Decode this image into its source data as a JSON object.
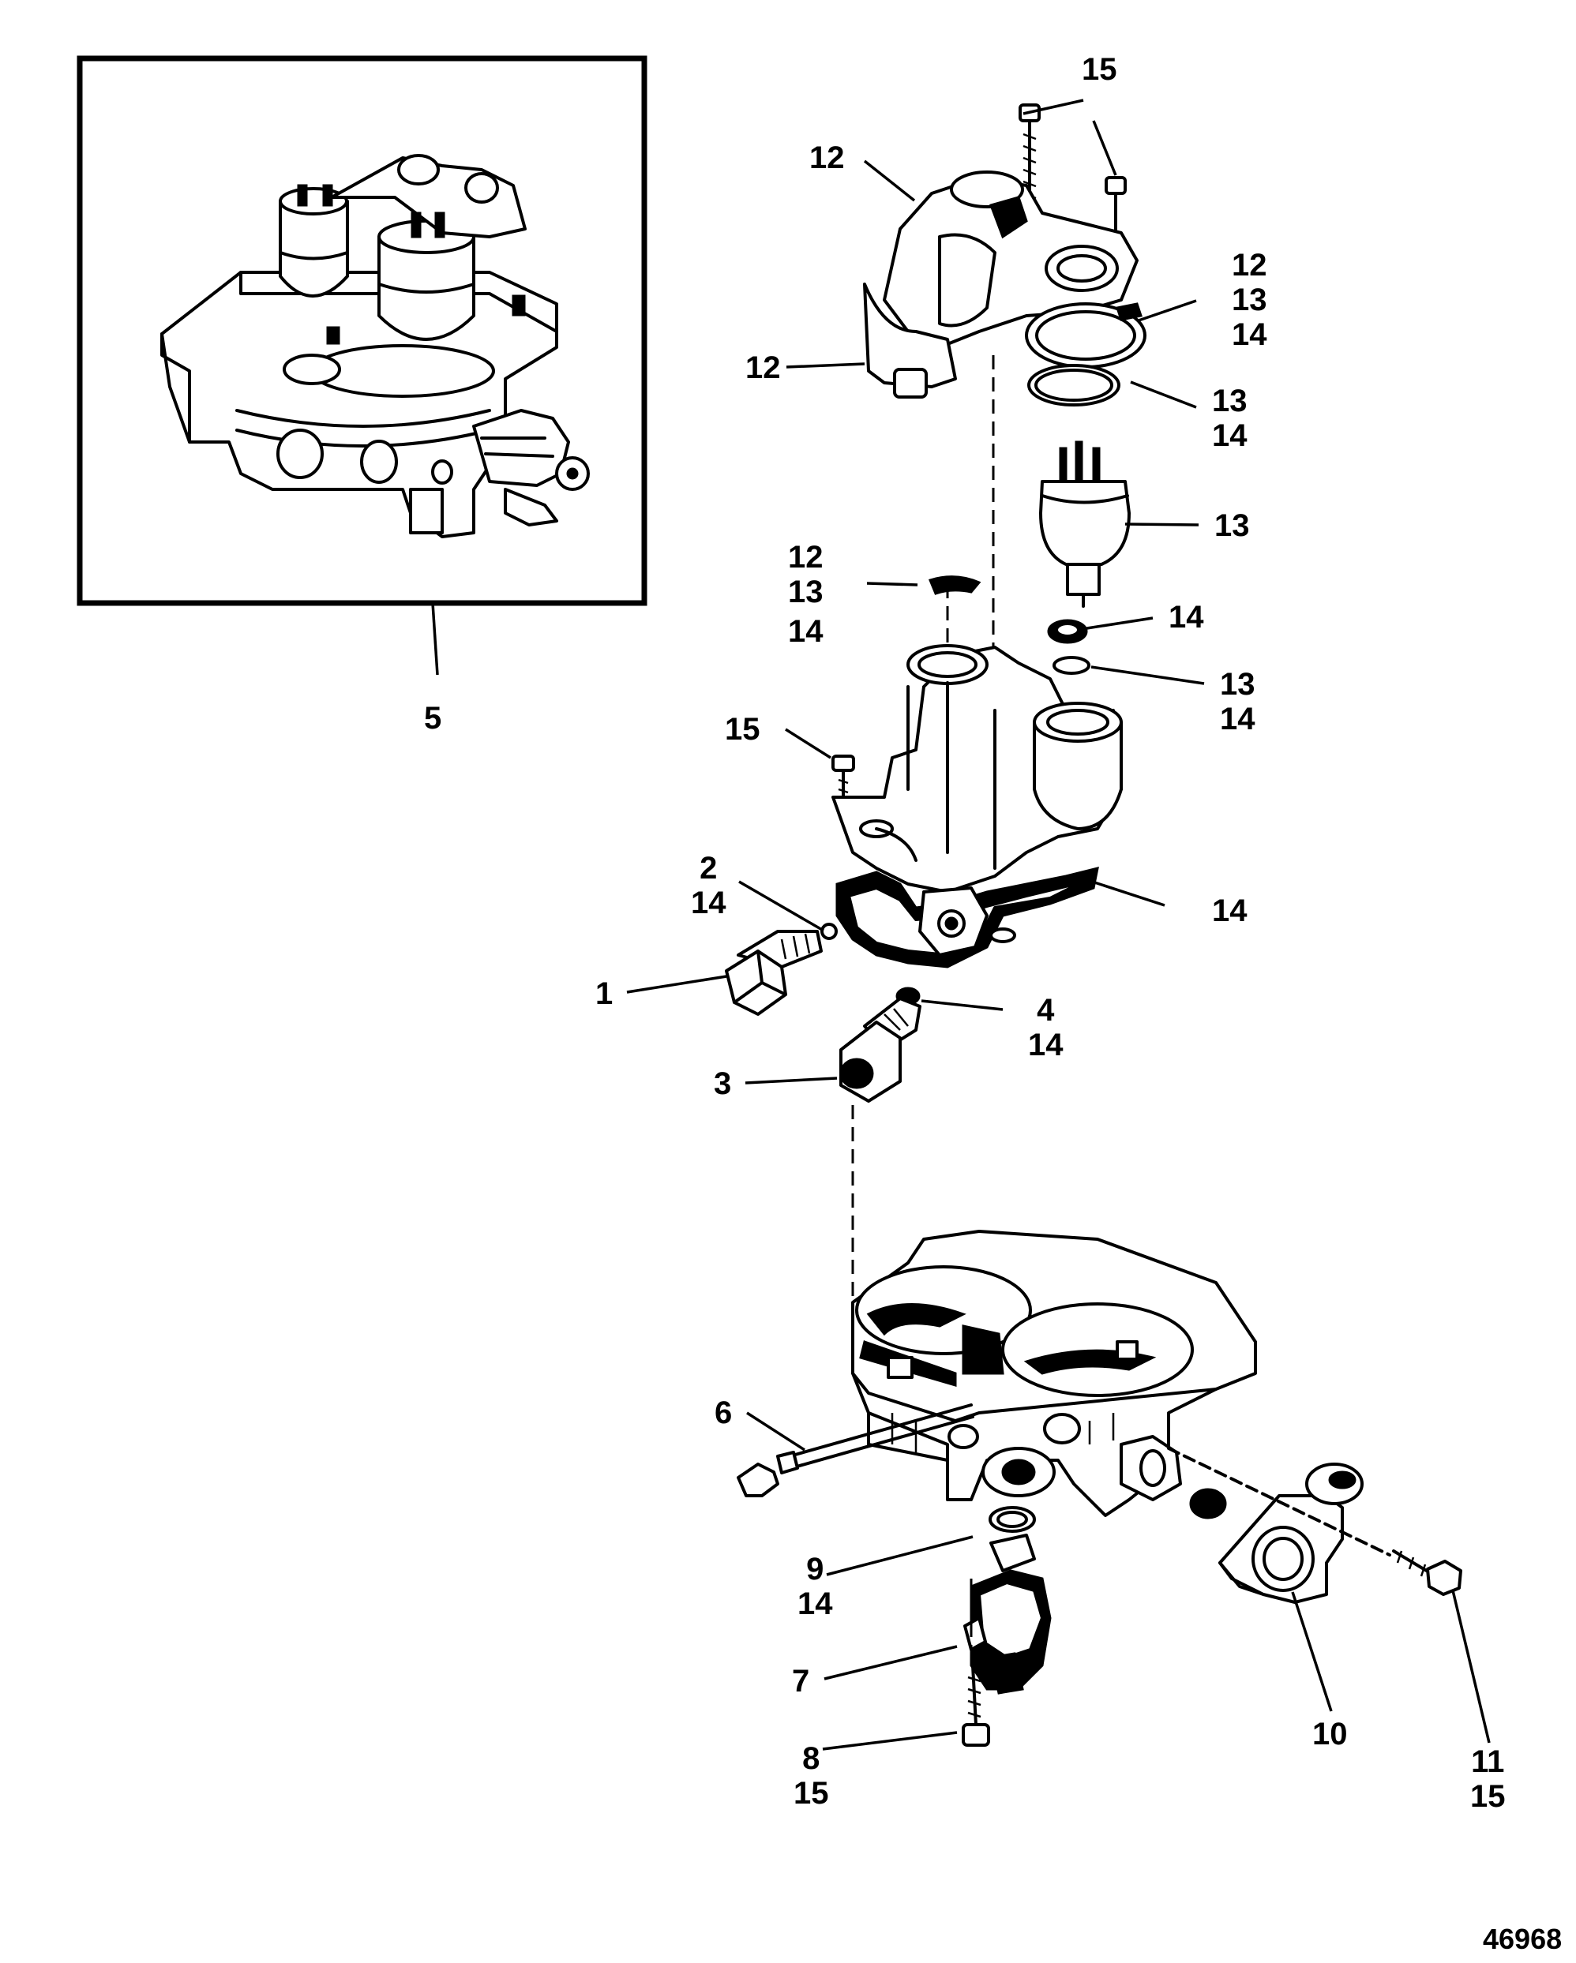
{
  "figure_id": "46968",
  "callouts": [
    {
      "id": "c-5",
      "lines": [
        "5"
      ]
    },
    {
      "id": "c-15-top",
      "lines": [
        "15"
      ]
    },
    {
      "id": "c-12-a",
      "lines": [
        "12"
      ]
    },
    {
      "id": "c-12-13-14-a",
      "lines": [
        "12",
        "13",
        "14"
      ]
    },
    {
      "id": "c-12-b",
      "lines": [
        "12"
      ]
    },
    {
      "id": "c-13-14-a",
      "lines": [
        "13",
        "14"
      ]
    },
    {
      "id": "c-13",
      "lines": [
        "13"
      ]
    },
    {
      "id": "c-12-13-14-b",
      "lines": [
        "12",
        "13",
        "14"
      ]
    },
    {
      "id": "c-14-a",
      "lines": [
        "14"
      ]
    },
    {
      "id": "c-13-14-b",
      "lines": [
        "13",
        "14"
      ]
    },
    {
      "id": "c-15-mid",
      "lines": [
        "15"
      ]
    },
    {
      "id": "c-2-14",
      "lines": [
        "2",
        "14"
      ]
    },
    {
      "id": "c-14-b",
      "lines": [
        "14"
      ]
    },
    {
      "id": "c-1",
      "lines": [
        "1"
      ]
    },
    {
      "id": "c-4-14",
      "lines": [
        "4",
        "14"
      ]
    },
    {
      "id": "c-3",
      "lines": [
        "3"
      ]
    },
    {
      "id": "c-6",
      "lines": [
        "6"
      ]
    },
    {
      "id": "c-9-14",
      "lines": [
        "9",
        "14"
      ]
    },
    {
      "id": "c-7",
      "lines": [
        "7"
      ]
    },
    {
      "id": "c-8-15",
      "lines": [
        "8",
        "15"
      ]
    },
    {
      "id": "c-10",
      "lines": [
        "10"
      ]
    },
    {
      "id": "c-11-15",
      "lines": [
        "11",
        "15"
      ]
    }
  ]
}
